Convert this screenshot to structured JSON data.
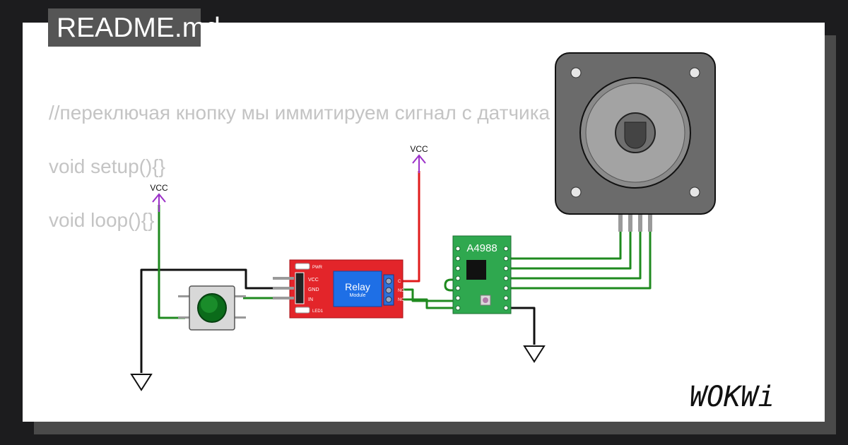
{
  "tab": {
    "title": "README.md"
  },
  "code": {
    "lines": [
      "//переключая кнопку мы иммитируем сигнал с датчика дизко",
      "void setup(){}",
      "void loop(){}"
    ]
  },
  "diagram": {
    "vcc_left": "VCC",
    "vcc_right": "VCC",
    "relay": {
      "title": "Relay",
      "subtitle": "Module",
      "pin_vcc": "VCC",
      "pin_gnd": "GND",
      "pin_in": "IN",
      "led_pwr": "PWR",
      "led1": "LED1",
      "out_c": "C",
      "out_no": "NO",
      "out_nc": "NC"
    },
    "driver": {
      "label": "A4988"
    }
  },
  "brand": {
    "name": "WOKWi"
  },
  "colors": {
    "wire_green": "#1f8a1f",
    "wire_red": "#e01b1b",
    "wire_black": "#111111",
    "wire_purple": "#9b30c8",
    "relay_board": "#e3252a",
    "relay_block": "#1e6fe6",
    "driver_board": "#2fa84f"
  },
  "icons": [
    "ground-symbol",
    "vcc-arrow",
    "pushbutton",
    "stepper-motor",
    "wokwi-logo"
  ]
}
